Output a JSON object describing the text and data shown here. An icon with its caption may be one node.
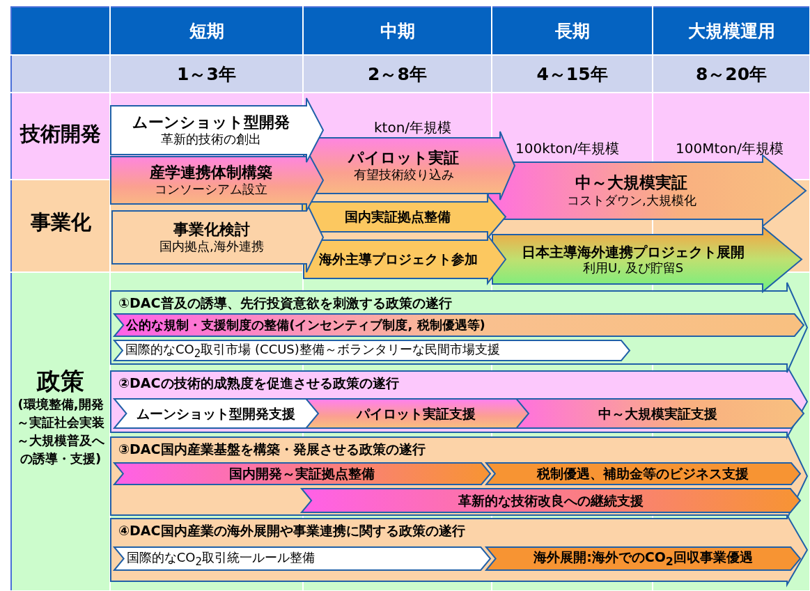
{
  "diagram": {
    "nodes": [
      {
        "text": [
          "ムーンショット型開発",
          "革新的技術の創出"
        ]
      },
      {
        "text": [
          "産学連携体制構築",
          "コンソーシアム設立"
        ]
      },
      {
        "text": [
          "事業化検討",
          "国内拠点,海外連携"
        ]
      },
      {
        "text": [
          "パイロット実証",
          "有望技術絞り込み"
        ]
      },
      {
        "text": [
          "国内実証拠点整備"
        ]
      },
      {
        "text": [
          "海外主導プロジェクト参加"
        ]
      },
      {
        "text": [
          "中～大規模実証",
          "コストダウン,大規模化"
        ]
      },
      {
        "text": [
          "日本主導海外連携プロジェクト展開",
          "利用U, 及び貯留S"
        ]
      },
      {
        "text": [
          "①DAC普及の誘導、先行投資意欲を刺激する政策の遂行"
        ]
      },
      {
        "text": [
          "公的な規制・支援制度の整備(インセンティブ制度, 税制優遇等)"
        ],
        "in": 8
      },
      {
        "text": [
          "国際的なCO$_{2}$取引市場 (CCUS)整備～ボランタリーな民間市場支援"
        ],
        "in": 8
      },
      {
        "text": [
          "②DACの技術的成熟度を促進させる政策の遂行"
        ]
      },
      {
        "text": [
          "ムーンショット型開発支援"
        ],
        "in": 11
      },
      {
        "text": [
          "パイロット実証支援"
        ],
        "in": 11
      },
      {
        "text": [
          "中～大規模実証支援"
        ],
        "in": 11
      },
      {
        "text": [
          "③DAC国内産業基盤を構築・発展させる政策の遂行"
        ]
      },
      {
        "text": [
          "国内開発～実証拠点整備"
        ],
        "in": 15
      },
      {
        "text": [
          "税制優遇、補助金等のビジネス支援"
        ],
        "in": 15
      },
      {
        "text": [
          "革新的な技術改良への継続支援"
        ],
        "in": 15
      },
      {
        "text": [
          "④DAC国内産業の海外展開や事業連携に関する政策の遂行"
        ]
      },
      {
        "text": [
          "国際的なCO$_{2}$取引統一ルール整備"
        ],
        "in": 19
      },
      {
        "text": [
          "海外展開:海外でのCO$_{2}$回収事業優遇"
        ],
        "in": 19
      }
    ],
    "labels": [
      "短期",
      "中期",
      "長期",
      "大規模運用",
      "1～3年",
      "2～8年",
      "4～15年",
      "8～20年",
      "技術開発",
      "kton/年規模",
      "100kton/年規模",
      "100Mton/年規模",
      "事業化",
      "政策",
      "(環境整備,開発～実証社会実装～大規模普及への誘導・支援)"
    ]
  }
}
